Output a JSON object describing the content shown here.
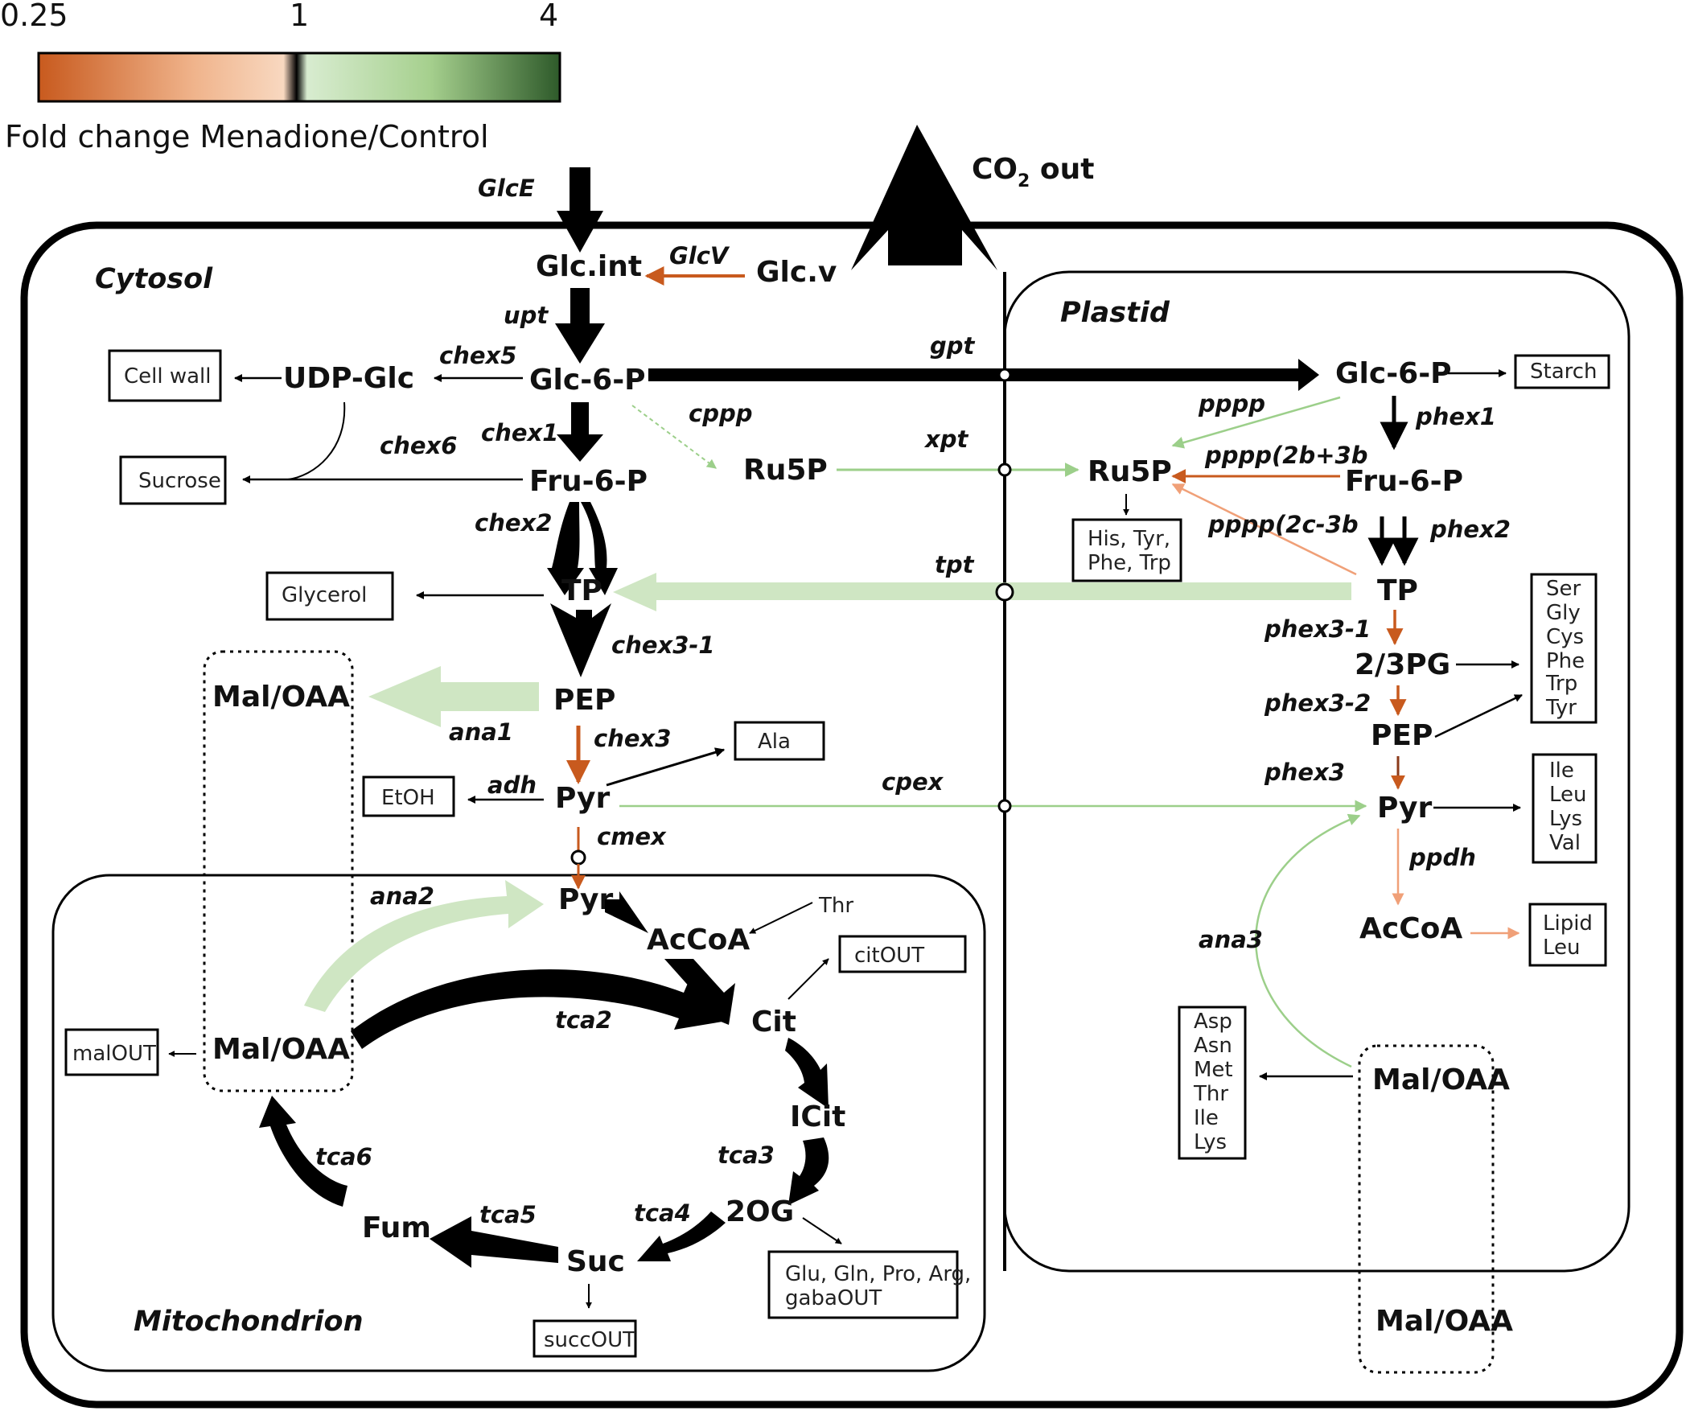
{
  "legend": {
    "ticks": [
      "0.25",
      "1",
      "4"
    ],
    "caption": "Fold change Menadione/Control",
    "colors": {
      "low": "#c85a1e",
      "mid": "#000000",
      "high": "#2e5a2a",
      "low_light": "#f6c7a6",
      "high_light": "#cfe6c3"
    }
  },
  "header": {
    "co2_prefix": "CO",
    "co2_sub": "2",
    "co2_suffix": " out"
  },
  "compartments": {
    "cytosol": "Cytosol",
    "plastid": "Plastid",
    "mitochondrion": "Mitochondrion"
  },
  "metabolites": {
    "glc_int": "Glc.int",
    "glc_v": "Glc.v",
    "glc6p": "Glc-6-P",
    "udp_glc": "UDP-Glc",
    "fru6p": "Fru-6-P",
    "ru5p": "Ru5P",
    "tp": "TP",
    "pep": "PEP",
    "pyr": "Pyr",
    "mal_oaa": "Mal/OAA",
    "accoa": "AcCoA",
    "cit": "Cit",
    "icit": "ICit",
    "og2": "2OG",
    "suc": "Suc",
    "fum": "Fum",
    "pg23": "2/3PG"
  },
  "enzymes": {
    "glce": "GlcE",
    "glcv": "GlcV",
    "upt": "upt",
    "chex5": "chex5",
    "chex1": "chex1",
    "chex6": "chex6",
    "cppp": "cppp",
    "gpt": "gpt",
    "xpt": "xpt",
    "chex2": "chex2",
    "tpt": "tpt",
    "chex3_1": "chex3-1",
    "ana1": "ana1",
    "chex3": "chex3",
    "adh": "adh",
    "cmex": "cmex",
    "cpex": "cpex",
    "ana2": "ana2",
    "tca2": "tca2",
    "tca3": "tca3",
    "tca4": "tca4",
    "tca5": "tca5",
    "tca6": "tca6",
    "pppp": "pppp",
    "phex1": "phex1",
    "pppp_2b3b": "pppp(2b+3b",
    "pppp_2c3b": "pppp(2c-3b",
    "phex2": "phex2",
    "phex3_1": "phex3-1",
    "phex3_2": "phex3-2",
    "phex3": "phex3",
    "ppdh": "ppdh",
    "ana3": "ana3"
  },
  "boxes": {
    "cell_wall": [
      "Cell wall"
    ],
    "sucrose": [
      "Sucrose"
    ],
    "glycerol": [
      "Glycerol"
    ],
    "ala": [
      "Ala"
    ],
    "etoh": [
      "EtOH"
    ],
    "starch": [
      "Starch"
    ],
    "his_tyr": [
      "His, Tyr,",
      "Phe, Trp"
    ],
    "ser_gly": [
      "Ser",
      "Gly",
      "Cys",
      "Phe",
      "Trp",
      "Tyr"
    ],
    "ile_leu": [
      "Ile",
      "Leu",
      "Lys",
      "Val"
    ],
    "lipid": [
      "Lipid",
      "Leu"
    ],
    "asp_asn": [
      "Asp",
      "Asn",
      "Met",
      "Thr",
      "Ile",
      "Lys"
    ],
    "citout": [
      "citOUT"
    ],
    "malout": [
      "malOUT"
    ],
    "succout": [
      "succOUT"
    ],
    "glu": [
      "Glu, Gln, Pro, Arg,",
      "gabaOUT"
    ]
  },
  "labels": {
    "thr": "Thr"
  }
}
